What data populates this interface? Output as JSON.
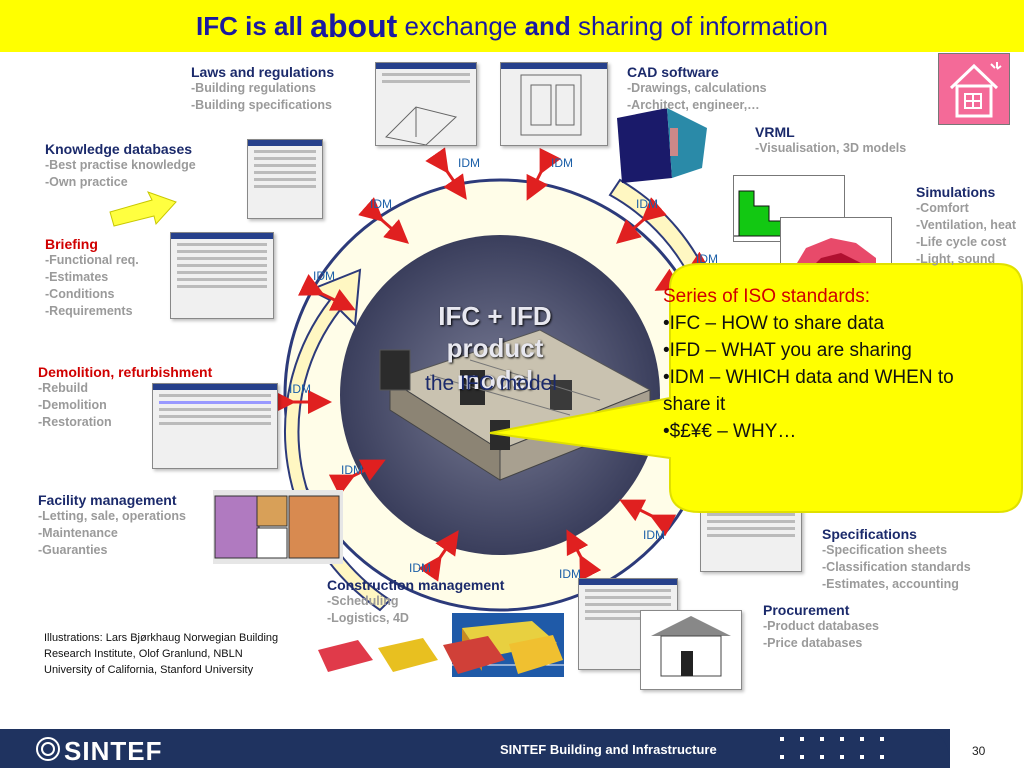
{
  "title": {
    "part1": "IFC is all ",
    "part2": "about",
    "part3": " exchange ",
    "part4": "and",
    "part5": " sharing of information"
  },
  "center": {
    "line1": "IFC + IFD",
    "line2": "product",
    "line3": "model",
    "overlay": "the IFC model"
  },
  "idm_label": "IDM",
  "groups": {
    "laws": {
      "title": "Laws and regulations",
      "items": [
        "-Building regulations",
        "-Building specifications"
      ]
    },
    "cad": {
      "title": "CAD software",
      "items": [
        "-Drawings, calculations",
        "-Architect, engineer,…"
      ]
    },
    "vrml": {
      "title": "VRML",
      "items": [
        "-Visualisation, 3D models"
      ]
    },
    "knowledge": {
      "title": "Knowledge databases",
      "items": [
        "-Best practise knowledge",
        "-Own practice"
      ]
    },
    "simulations": {
      "title": "Simulations",
      "items": [
        "-Comfort",
        "-Ventilation, heat",
        "-Life cycle cost",
        "-Light, sound"
      ]
    },
    "briefing": {
      "title": "Briefing",
      "items": [
        "-Functional req.",
        "-Estimates",
        "-Conditions",
        "-Requirements"
      ]
    },
    "demolition": {
      "title": "Demolition, refurbishment",
      "items": [
        "-Rebuild",
        "-Demolition",
        "-Restoration"
      ]
    },
    "facility": {
      "title": "Facility management",
      "items": [
        "-Letting, sale, operations",
        "-Maintenance",
        "-Guaranties"
      ]
    },
    "specifications": {
      "title": "Specifications",
      "items": [
        "-Specification sheets",
        "-Classification standards",
        "-Estimates, accounting"
      ]
    },
    "construction": {
      "title": "Construction management",
      "items": [
        "-Scheduling",
        "-Logistics, 4D"
      ]
    },
    "procurement": {
      "title": "Procurement",
      "items": [
        "-Product databases",
        "-Price databases"
      ]
    }
  },
  "callout": {
    "heading": "Series of ISO standards:",
    "lines": [
      "•IFC – HOW to share data",
      "•IFD – WHAT you are sharing",
      "•IDM – WHICH data and WHEN to share it",
      "•$£¥€ – WHY…"
    ]
  },
  "credits": "Illustrations: Lars Bjørkhaug Norwegian Building Research Institute, Olof Granlund, NBLN University of California, Stanford University",
  "footer": {
    "logo": "SINTEF",
    "org": "SINTEF Building and Infrastructure",
    "page": "30"
  },
  "colors": {
    "title_bg": "#ffff00",
    "title_text": "#1a1aa0",
    "heading": "#1b2a6b",
    "heading_red": "#d00000",
    "subtext": "#9a9a9a",
    "idm": "#1b5fa8",
    "arrow": "#e02020",
    "callout_bg": "#ffff00",
    "footer_bg": "#1f3360"
  }
}
